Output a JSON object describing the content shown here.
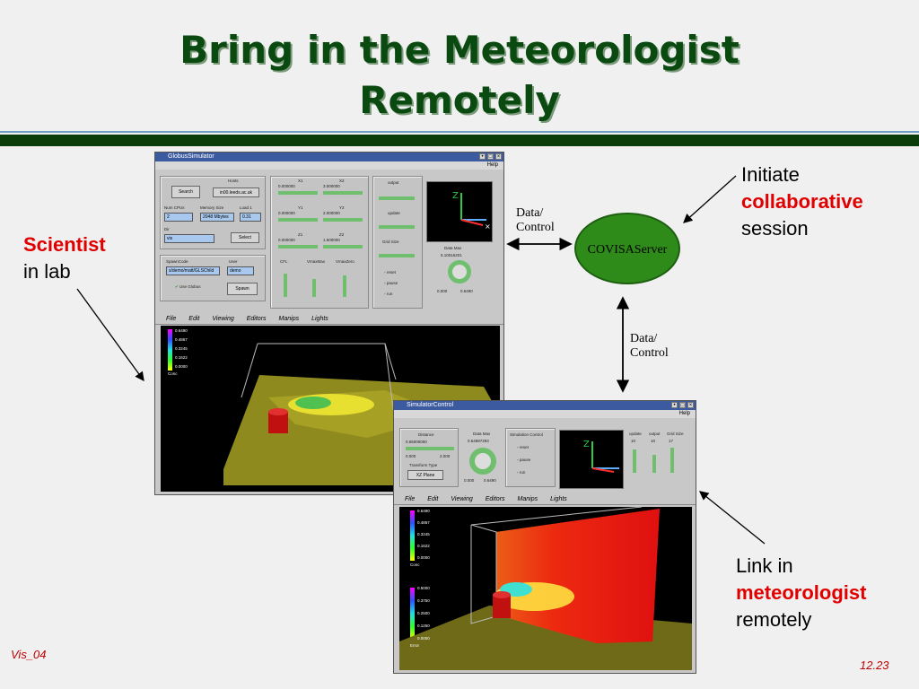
{
  "slide": {
    "title_line1": "Bring in the Meteorologist",
    "title_line2": "Remotely",
    "footer_left": "Vis_04",
    "footer_right": "12.23"
  },
  "labels": {
    "scientist": "Scientist",
    "in_lab": "in lab",
    "initiate": "Initiate",
    "collaborative": "collaborative",
    "session": "session",
    "link_in": "Link in",
    "meteorologist": "meteorologist",
    "remotely": "remotely"
  },
  "server": {
    "name": "COVISAServer",
    "flow_top_line1": "Data/",
    "flow_top_line2": "Control",
    "flow_bottom_line1": "Data/",
    "flow_bottom_line2": "Control"
  },
  "globus_window": {
    "title": "GlobusSimulator",
    "help": "Help",
    "hosts_label": "Hosts",
    "search_btn": "Search",
    "host_value": "in00.leeds.ac.uk",
    "num_cpus_label": "Num CPUs",
    "memory_label": "Memory Size",
    "load_label": "Load 1",
    "cpus_value": "2",
    "memory_value": "2048 Mbytes",
    "load_value": "0.31",
    "dir_label": "Dir",
    "dir_value": "vis",
    "select_btn": "Select",
    "spawn_label": "SpawnCode",
    "user_label": "User",
    "spawn_value": "s/demo/matt/GLSChild",
    "user_value": "demo",
    "use_globus": "Use Globus",
    "spawn_btn": "Spawn",
    "x1": "X1",
    "x2": "X2",
    "y1": "Y1",
    "y2": "Y2",
    "z1": "Z1",
    "z2": "Z2",
    "cfl": "CFL",
    "vmax": "VmaxMax",
    "vzero": "VmaxZero",
    "x1_value": "0.000000",
    "x2_value": "3.000000",
    "y1_value": "0.000000",
    "y2_value": "2.000000",
    "z1_value": "0.000000",
    "z2_value": "1.500000",
    "output": "output",
    "update": "update",
    "grid_size": "Grid Size",
    "data_max": "Data Max",
    "data_max_value": "5.10016201",
    "reset": "reset",
    "pause": "pause",
    "run": "run",
    "range_min": "0.000",
    "range_max": "0.6490",
    "menus": [
      "File",
      "Edit",
      "Viewing",
      "Editors",
      "Manips",
      "Lights"
    ],
    "legend": [
      "0.6490",
      "0.4867",
      "0.3245",
      "0.1622",
      "0.0000"
    ],
    "legend_title": "Conc"
  },
  "control_window": {
    "title": "SimulatorControl",
    "help": "Help",
    "distance": "Distance",
    "distance_value": "0.65000000",
    "dist_min": "0.000",
    "dist_max": "2.000",
    "transform_type": "Transform Type",
    "transform_value": "XZ Plane",
    "data_max": "Data Max",
    "data_max_value": "0.64897293",
    "range_min": "0.000",
    "range_max": "0.6490",
    "sim_control": "Simulation Control",
    "reset": "reset",
    "pause": "pause",
    "run": "run",
    "update": "update",
    "output": "output",
    "grid_size": "Grid Size",
    "update_value": "10",
    "output_value": "10",
    "grid_value": "17",
    "menus": [
      "File",
      "Edit",
      "Viewing",
      "Editors",
      "Manips",
      "Lights"
    ],
    "legend_conc": [
      "0.6490",
      "0.4867",
      "0.3245",
      "0.1622",
      "0.0000"
    ],
    "legend_conc_title": "Conc",
    "legend_err": [
      "0.5000",
      "0.3750",
      "0.2500",
      "0.1250",
      "0.0000"
    ],
    "legend_err_title": "Error"
  },
  "colors": {
    "title_green": "#0a4a10",
    "server_green": "#2e8b1a",
    "accent_red": "#e00000"
  }
}
